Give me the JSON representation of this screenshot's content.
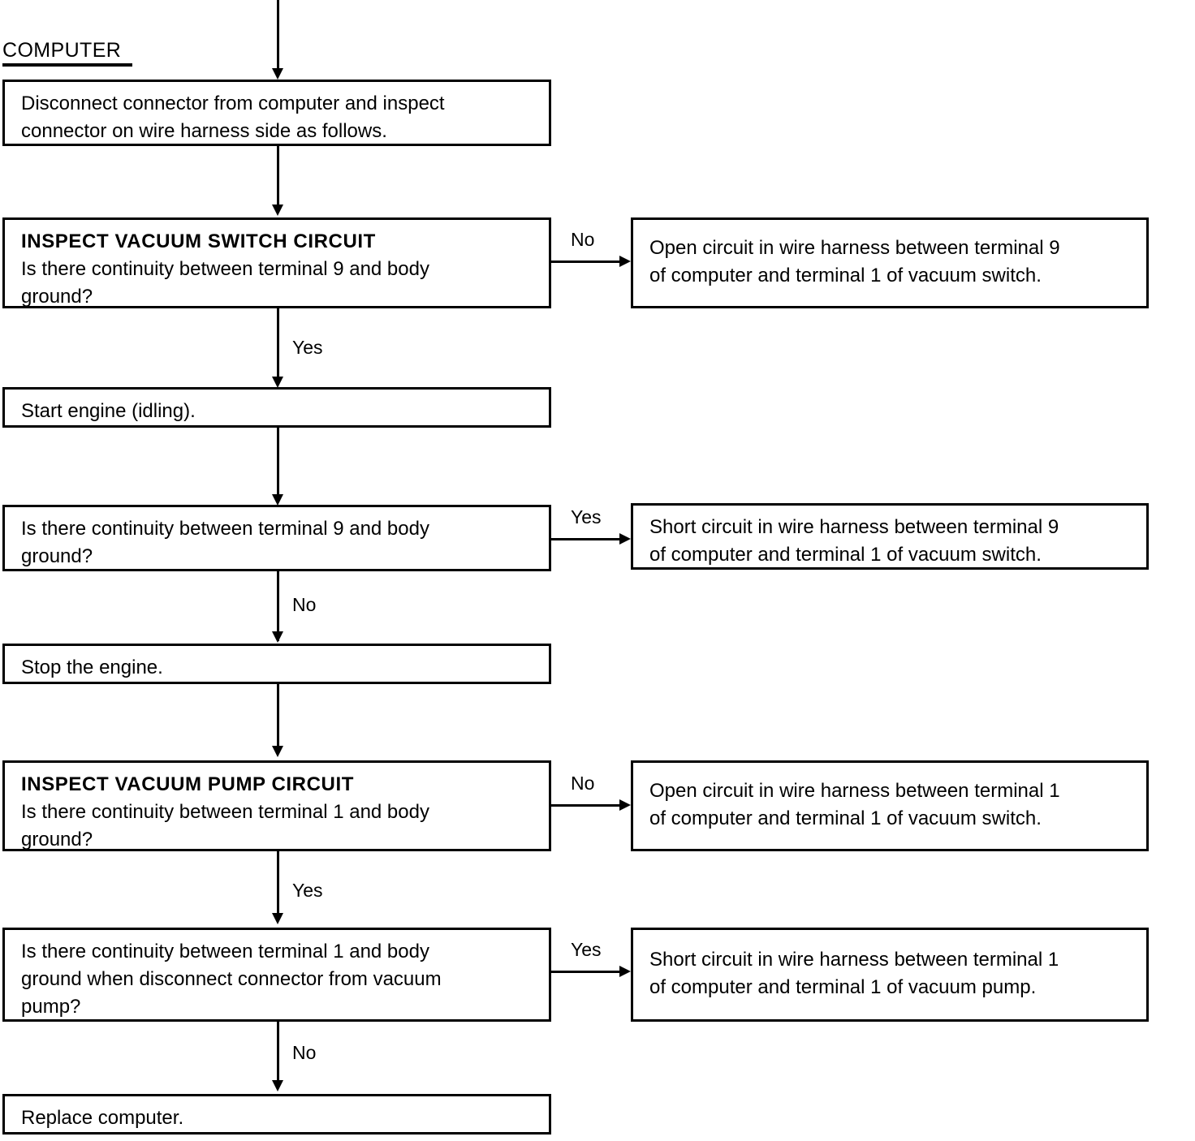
{
  "diagram": {
    "title": "COMPUTER",
    "type": "troubleshooting-flowchart",
    "branch_labels": {
      "yes": "Yes",
      "no": "No"
    },
    "nodes": [
      {
        "id": "disconnect-connector",
        "kind": "action",
        "lines": [
          "Disconnect connector from computer and inspect",
          "connector on wire harness side as follows."
        ]
      },
      {
        "id": "inspect-vacuum-switch-circuit",
        "kind": "decision",
        "heading": "INSPECT VACUUM SWITCH CIRCUIT",
        "lines": [
          "Is there continuity between terminal 9 and body",
          "ground?"
        ]
      },
      {
        "id": "open-circuit-switch",
        "kind": "result",
        "lines": [
          "Open circuit in wire harness between terminal 9",
          "of computer and terminal 1 of vacuum switch."
        ]
      },
      {
        "id": "start-engine",
        "kind": "action",
        "lines": [
          "Start engine (idling)."
        ]
      },
      {
        "id": "continuity-terminal-9-idling",
        "kind": "decision",
        "lines": [
          "Is there continuity between terminal 9 and body",
          "ground?"
        ]
      },
      {
        "id": "short-circuit-switch",
        "kind": "result",
        "lines": [
          "Short circuit in wire harness between terminal 9",
          "of computer and terminal 1 of vacuum switch."
        ]
      },
      {
        "id": "stop-engine",
        "kind": "action",
        "lines": [
          "Stop the engine."
        ]
      },
      {
        "id": "inspect-vacuum-pump-circuit",
        "kind": "decision",
        "heading": "INSPECT VACUUM PUMP CIRCUIT",
        "lines": [
          "Is there continuity between terminal 1 and body",
          "ground?"
        ]
      },
      {
        "id": "open-circuit-pump",
        "kind": "result",
        "lines": [
          "Open circuit in wire harness between terminal 1",
          "of computer and terminal 1 of vacuum switch."
        ]
      },
      {
        "id": "continuity-terminal-1-disconnected",
        "kind": "decision",
        "lines": [
          "Is there continuity between terminal 1 and body",
          "ground when disconnect connector from vacuum",
          "pump?"
        ]
      },
      {
        "id": "short-circuit-pump",
        "kind": "result",
        "lines": [
          "Short circuit in wire harness between terminal 1",
          "of computer and terminal 1 of vacuum pump."
        ]
      },
      {
        "id": "replace-computer",
        "kind": "result",
        "lines": [
          "Replace computer."
        ]
      }
    ]
  }
}
